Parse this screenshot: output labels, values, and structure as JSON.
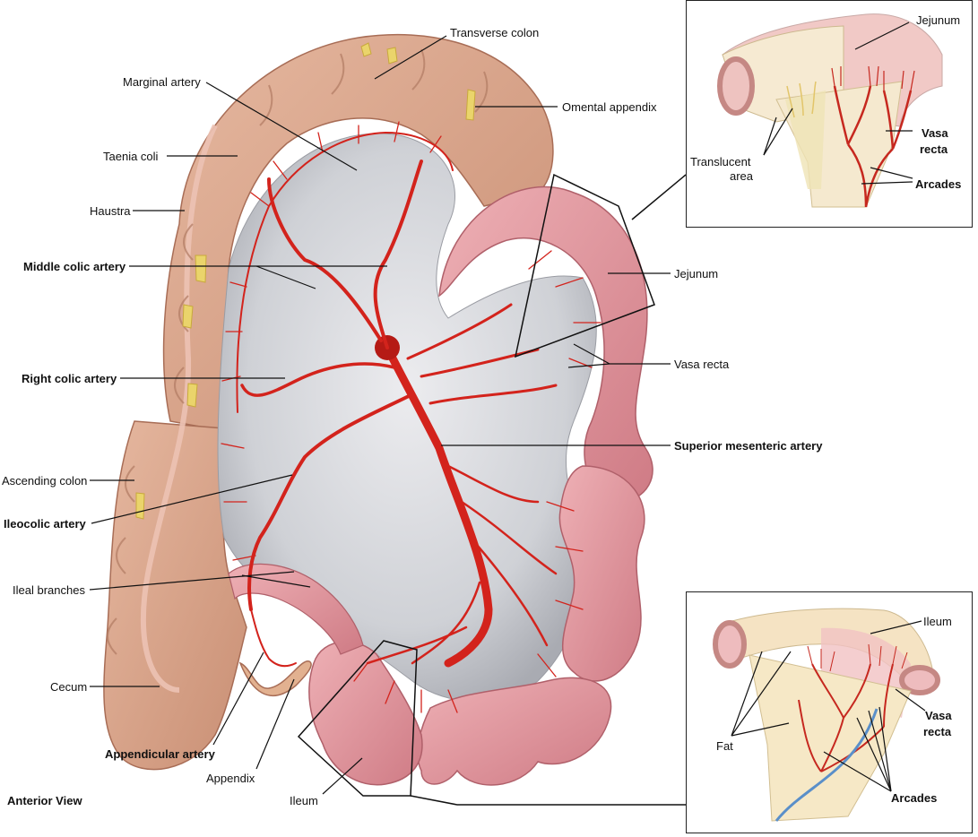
{
  "view_label": "Anterior View",
  "labels": {
    "transverse_colon": "Transverse colon",
    "marginal_artery": "Marginal artery",
    "omental_appendix": "Omental appendix",
    "taenia_coli": "Taenia coli",
    "haustra": "Haustra",
    "middle_colic_artery": "Middle colic artery",
    "jejunum": "Jejunum",
    "vasa_recta": "Vasa recta",
    "right_colic_artery": "Right colic artery",
    "superior_mesenteric_artery": "Superior mesenteric artery",
    "ascending_colon": "Ascending colon",
    "ileocolic_artery": "Ileocolic artery",
    "ileal_branches": "Ileal branches",
    "cecum": "Cecum",
    "appendicular_artery": "Appendicular artery",
    "appendix": "Appendix",
    "ileum": "Ileum"
  },
  "inset_jejunum": {
    "jejunum": "Jejunum",
    "translucent_area_line1": "Translucent",
    "translucent_area_line2": "area",
    "vasa_recta_line1": "Vasa",
    "vasa_recta_line2": "recta",
    "arcades": "Arcades"
  },
  "inset_ileum": {
    "ileum": "Ileum",
    "fat": "Fat",
    "vasa_recta_line1": "Vasa",
    "vasa_recta_line2": "recta",
    "arcades": "Arcades"
  },
  "colors": {
    "colon": "#d9a88e",
    "colon_dark": "#b9826a",
    "small_intestine": "#e39aa0",
    "small_intestine_dark": "#c9707a",
    "mesentery": "#d7d9dd",
    "artery": "#d3231c",
    "fat": "#e9d77a",
    "vein": "#5a8fc9"
  }
}
